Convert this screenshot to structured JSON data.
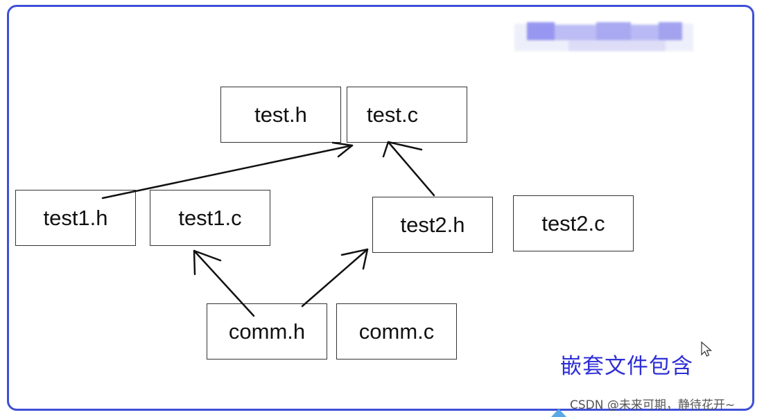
{
  "boxes": {
    "test_h": "test.h",
    "test_c": "test.c",
    "test1_h": "test1.h",
    "test1_c": "test1.c",
    "test2_h": "test2.h",
    "test2_c": "test2.c",
    "comm_h": "comm.h",
    "comm_c": "comm.c"
  },
  "caption": "嵌套文件包含",
  "watermark": "CSDN @未来可期，静待花开~",
  "colors": {
    "frame": "#3e4fd8",
    "caption": "#2e2ed6"
  },
  "icons": {
    "cursor": "mouse-pointer-icon"
  }
}
